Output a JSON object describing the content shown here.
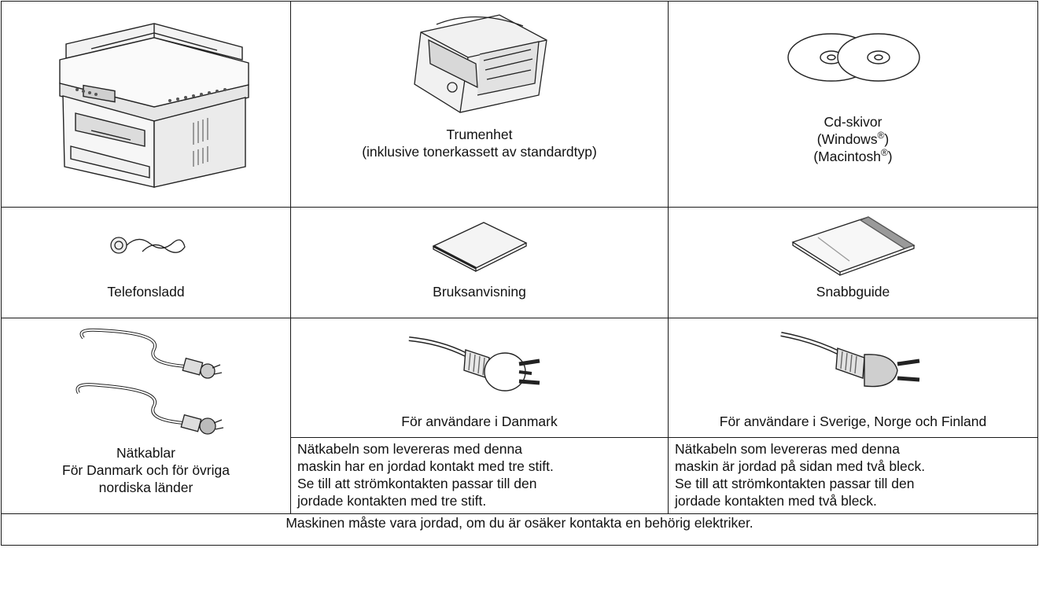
{
  "items": {
    "machine": {
      "label": "",
      "icon": "multifunction-printer-illustration"
    },
    "drum": {
      "line1": "Trumenhet",
      "line2": "(inklusive tonerkassett av standardtyp)",
      "icon": "drum-unit-illustration"
    },
    "cds": {
      "line1": "Cd-skivor",
      "windows": "(Windows",
      "macintosh": "(Macintosh",
      "reg": "®",
      "close_paren": ")",
      "icon": "cd-discs-illustration"
    },
    "phone_cord": {
      "label": "Telefonsladd",
      "icon": "telephone-cord-illustration"
    },
    "user_guide": {
      "label": "Bruksanvisning",
      "icon": "booklet-illustration"
    },
    "quick_guide": {
      "label": "Snabbguide",
      "icon": "quick-guide-illustration"
    },
    "power_cords": {
      "line1": "Nätkablar",
      "line2": "För Danmark och för övriga",
      "line3": "nordiska länder",
      "icon": "power-cords-illustration"
    },
    "denmark": {
      "label": "För användare i Danmark",
      "icon": "danish-plug-illustration",
      "note": [
        "Nätkabeln som levereras med denna",
        "maskin har en jordad kontakt med tre stift.",
        "Se till att strömkontakten passar till den",
        "jordade kontakten med tre stift."
      ]
    },
    "nordic": {
      "label": "För användare i Sverige, Norge och Finland",
      "icon": "schuko-plug-illustration",
      "note": [
        "Nätkabeln som levereras med denna",
        "maskin är jordad på sidan med två bleck.",
        "Se till att strömkontakten passar till den",
        "jordade kontakten med två bleck."
      ]
    }
  },
  "footer": {
    "warning": "Maskinen måste vara jordad, om du är osäker kontakta en behörig elektriker."
  }
}
